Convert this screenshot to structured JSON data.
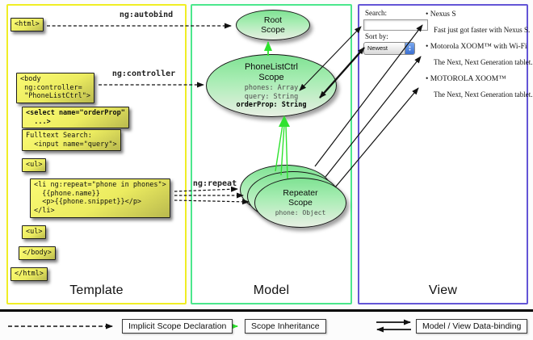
{
  "columns": {
    "template": "Template",
    "model": "Model",
    "view": "View"
  },
  "colors": {
    "template_border": "#f0ee24",
    "model_border": "#4be78c",
    "view_border": "#6355d6",
    "arrow_green": "#2ee22e",
    "box_yellow": "#ecec60",
    "ellipse_green": "#8ae69a"
  },
  "tpl": {
    "html_open": "<html>",
    "body_open": "<body\n ng:controller=\n \"PhoneListCtrl\">",
    "select": "<select name=\"orderProp\"\n  ...>",
    "fulltext": "Fulltext Search:\n  <input name=\"query\">",
    "ul_open": "<ul>",
    "li_repeat": "<li ng:repeat=\"phone in phones\">\n  {{phone.name}}\n  <p>{{phone.snippet}}</p>\n</li>",
    "ul_close": "<ul>",
    "body_close": "</body>",
    "html_close": "</html>"
  },
  "labels": {
    "autobind": "ng:autobind",
    "controller": "ng:controller",
    "repeat": "ng:repeat"
  },
  "model": {
    "root": {
      "title": "Root\nScope"
    },
    "phonelist": {
      "title": "PhoneListCtrl\nScope",
      "prop1": "phones: Array",
      "prop2": "query: String",
      "prop3": "orderProp: String"
    },
    "repeater": {
      "title": "Repeater\nScope",
      "prop": "phone: Object"
    }
  },
  "view": {
    "search_label": "Search:",
    "sort_label": "Sort by:",
    "sort_value": "Newest",
    "items": [
      {
        "name": "Nexus S",
        "desc": "Fast just got faster with Nexus S."
      },
      {
        "name": "Motorola XOOM™ with Wi-Fi",
        "desc": "The Next, Next Generation tablet."
      },
      {
        "name": "MOTOROLA XOOM™",
        "desc": "The Next, Next Generation tablet."
      }
    ]
  },
  "icons": {
    "bullet": "•",
    "stepper_up": "▴",
    "stepper_down": "▾"
  },
  "legend": {
    "implicit": "Implicit Scope Declaration",
    "inheritance": "Scope Inheritance",
    "binding": "Model / View Data-binding"
  }
}
